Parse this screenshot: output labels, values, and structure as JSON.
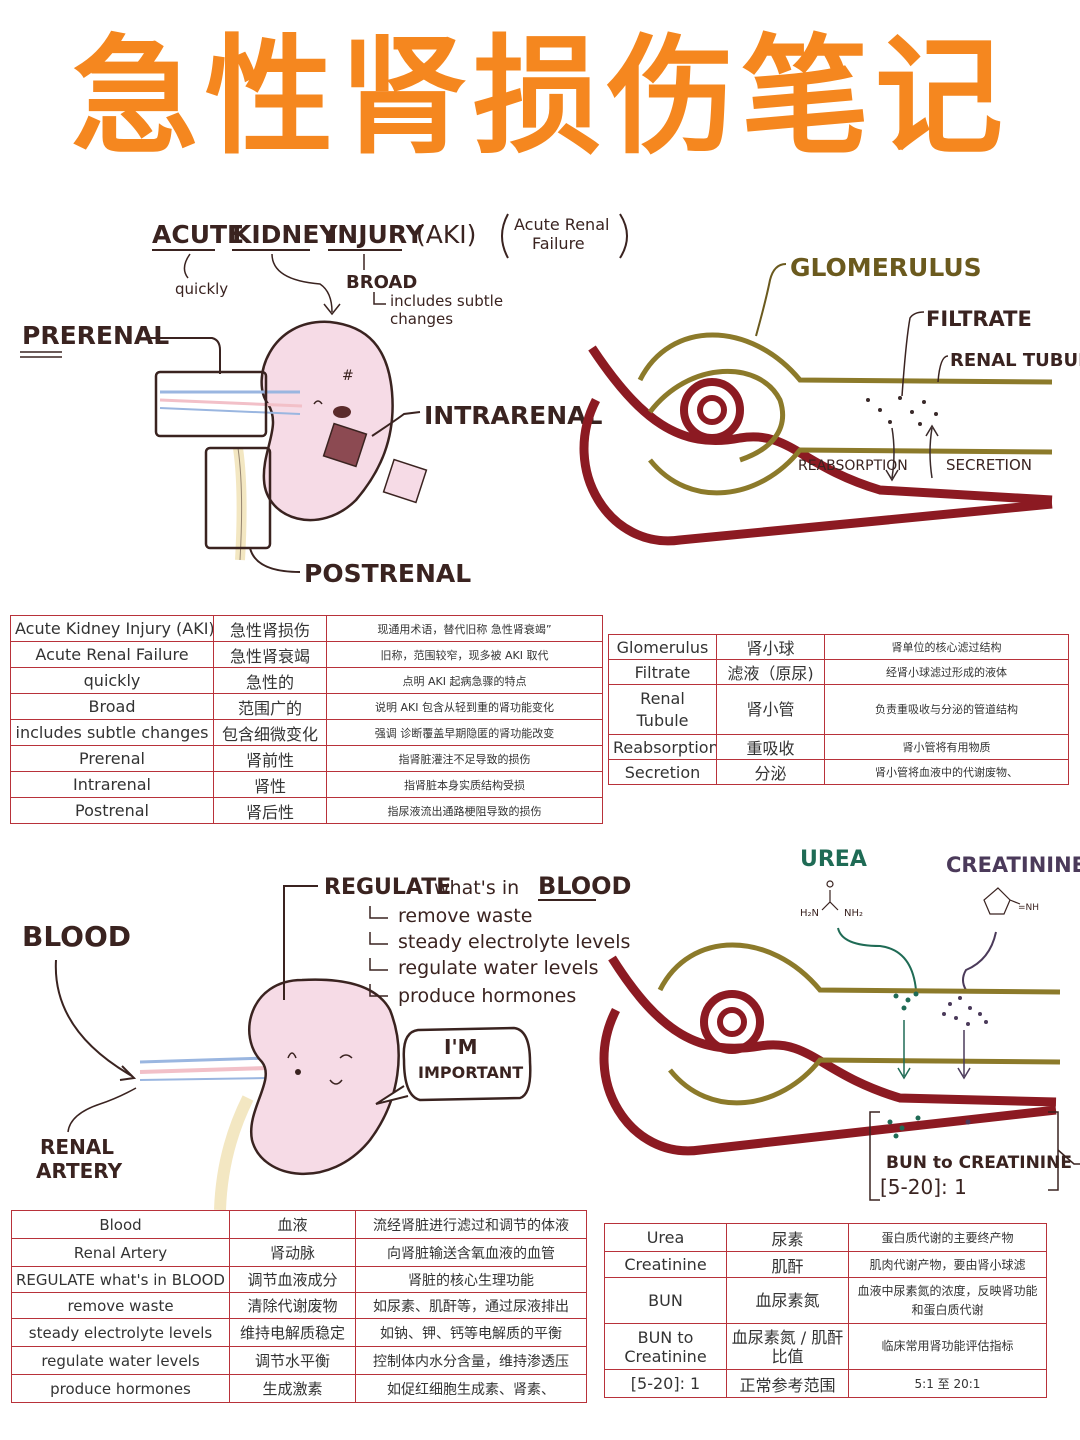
{
  "title": "急性肾损伤笔记",
  "diagram1": {
    "heading_acute": "ACUTE",
    "heading_kidney": "KIDNEY",
    "heading_injury": "INJURY",
    "heading_aki": "(AKI)",
    "heading_arf_1": "Acute Renal",
    "heading_arf_2": "Failure",
    "note_quickly": "quickly",
    "note_broad": "BROAD",
    "note_subtle_1": "includes subtle",
    "note_subtle_2": "changes",
    "label_prerenal": "PRERENAL",
    "label_intrarenal": "INTRARENAL",
    "label_postrenal": "POSTRENAL"
  },
  "diagram2": {
    "label_glomerulus": "GLOMERULUS",
    "label_filtrate": "FILTRATE",
    "label_renal_tubule": "RENAL TUBULE",
    "label_reabsorption": "REABSORPTION",
    "label_secretion": "SECRETION"
  },
  "diagram3": {
    "label_blood": "BLOOD",
    "label_regulate": "REGULATE",
    "label_whats_in": "what's in",
    "label_blood2": "BLOOD",
    "item1": "remove waste",
    "item2": "steady electrolyte levels",
    "item3": "regulate water levels",
    "item4": "produce hormones",
    "bubble_1": "I'M",
    "bubble_2": "IMPORTANT",
    "label_renal_artery_1": "RENAL",
    "label_renal_artery_2": "ARTERY"
  },
  "diagram4": {
    "label_urea": "UREA",
    "label_creatinine": "CREATININE",
    "label_bun_ratio": "BUN to CREATININE",
    "label_range": "[5-20]: 1"
  },
  "table1": [
    [
      "Acute Kidney Injury (AKI)",
      "急性肾损伤",
      "现通用术语，替代旧称 急性肾衰竭”"
    ],
    [
      "Acute Renal Failure",
      "急性肾衰竭",
      "旧称，范围较窄，现多被 AKI 取代"
    ],
    [
      "quickly",
      "急性的",
      "点明 AKI 起病急骤的特点"
    ],
    [
      "Broad",
      "范围广的",
      "说明 AKI 包含从轻到重的肾功能变化"
    ],
    [
      "includes subtle changes",
      "包含细微变化",
      "强调 诊断覆盖早期隐匿的肾功能改变"
    ],
    [
      "Prerenal",
      "肾前性",
      "指肾脏灌注不足导致的损伤"
    ],
    [
      "Intrarenal",
      "肾性",
      "指肾脏本身实质结构受损"
    ],
    [
      "Postrenal",
      "肾后性",
      "指尿液流出通路梗阻导致的损伤"
    ]
  ],
  "table2": [
    [
      "Glomerulus",
      "肾小球",
      "肾单位的核心滤过结构"
    ],
    [
      "Filtrate",
      "滤液（原尿)",
      "经肾小球滤过形成的液体"
    ],
    [
      "Renal Tubule",
      "肾小管",
      "负责重吸收与分泌的管道结构"
    ],
    [
      "Reabsorption",
      "重吸收",
      "肾小管将有用物质"
    ],
    [
      "Secretion",
      "分泌",
      "肾小管将血液中的代谢废物、"
    ]
  ],
  "table3": [
    [
      "Blood",
      "血液",
      "流经肾脏进行滤过和调节的体液"
    ],
    [
      "Renal Artery",
      "肾动脉",
      "向肾脏输送含氧血液的血管"
    ],
    [
      "REGULATE what's in BLOOD",
      "调节血液成分",
      "肾脏的核心生理功能"
    ],
    [
      "remove waste",
      "清除代谢废物",
      "如尿素、肌酐等，通过尿液排出"
    ],
    [
      "steady electrolyte levels",
      "维持电解质稳定",
      "如钠、钾、钙等电解质的平衡"
    ],
    [
      "regulate water levels",
      "调节水平衡",
      "控制体内水分含量，维持渗透压"
    ],
    [
      "produce hormones",
      "生成激素",
      "如促红细胞生成素、肾素、"
    ]
  ],
  "table4": [
    [
      "Urea",
      "尿素",
      "蛋白质代谢的主要终产物"
    ],
    [
      "Creatinine",
      "肌酐",
      "肌肉代谢产物，要由肾小球滤"
    ],
    [
      "BUN",
      "血尿素氮",
      "血液中尿素氮的浓度，反映肾功能和蛋白质代谢"
    ],
    [
      "BUN to Creatinine",
      "血尿素氮 / 肌酐比值",
      "临床常用肾功能评估指标"
    ],
    [
      "[5-20]: 1",
      "正常参考范围",
      "5:1 至 20:1"
    ]
  ]
}
